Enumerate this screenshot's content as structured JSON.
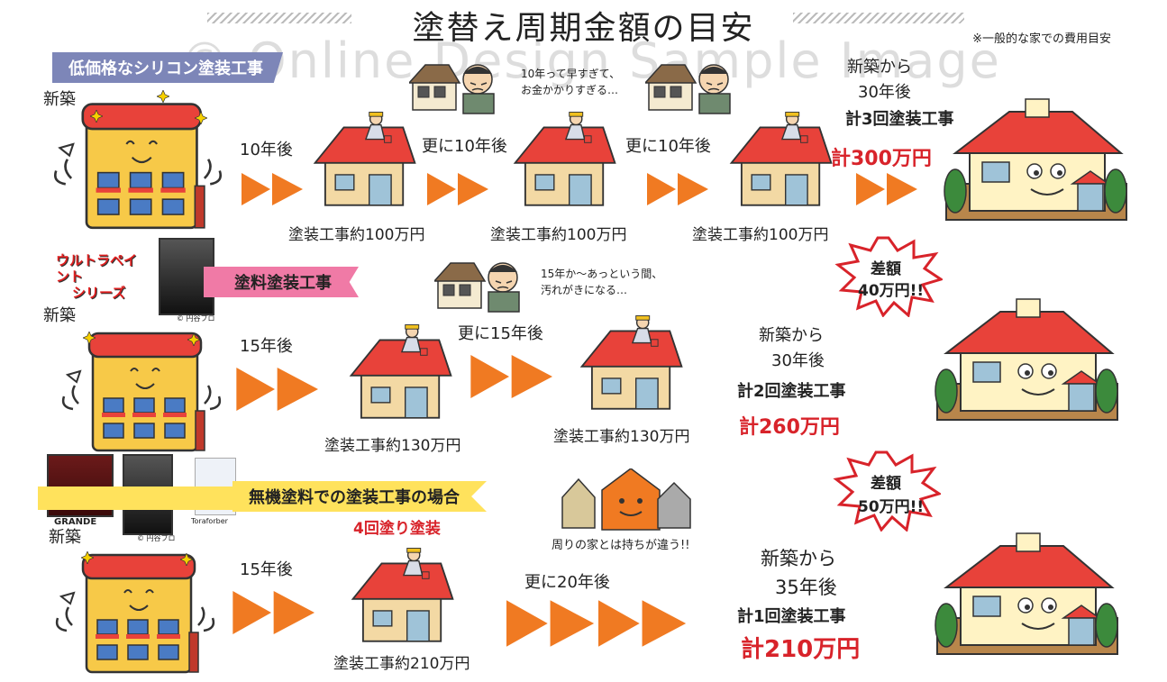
{
  "title": "塗替え周期金額の目安",
  "note": "※一般的な家での費用目安",
  "watermark": "© Online Design Sample Image",
  "row1": {
    "banner": "低価格なシリコン塗装工事",
    "start": "新築",
    "step1": "10年後",
    "step2": "更に10年後",
    "step3": "更に10年後",
    "cost1": "塗装工事約100万円",
    "cost2": "塗装工事約100万円",
    "cost3": "塗装工事約100万円",
    "speech": [
      "10年って早すぎて、",
      "お金かかりすぎる…"
    ],
    "summary_line1": "新築から",
    "summary_line2": "30年後",
    "summary_count": "計3回塗装工事",
    "summary_total": "計300万円"
  },
  "row2": {
    "brand_line1": "ウルトラペイント",
    "brand_line2": "シリーズ",
    "brand_credit": "© 円谷プロ",
    "banner": "塗料塗装工事",
    "start": "新築",
    "step1": "15年後",
    "step2": "更に15年後",
    "cost1": "塗装工事約130万円",
    "cost2": "塗装工事約130万円",
    "speech": [
      "15年か～あっという間、",
      "汚れがきになる…"
    ],
    "burst_line1": "差額",
    "burst_line2": "40万円!!",
    "summary_line1": "新築から",
    "summary_line2": "30年後",
    "summary_count": "計2回塗装工事",
    "summary_total": "計260万円"
  },
  "row3": {
    "banner": "無機塗料での塗装工事の場合",
    "brand_grande": "GRANDE",
    "brand_credit": "© 円谷プロ",
    "brand_tora": "Toraforber",
    "sub": "4回塗り塗装",
    "start": "新築",
    "step1": "15年後",
    "step2": "更に20年後",
    "cost1": "塗装工事約210万円",
    "speech": "周りの家とは持ちが違う!!",
    "burst_line1": "差額",
    "burst_line2": "50万円!!",
    "summary_line1": "新築から",
    "summary_line2": "35年後",
    "summary_count": "計1回塗装工事",
    "summary_total": "計210万円"
  },
  "colors": {
    "arrow": "#f07a22",
    "roof": "#e8423a",
    "wall": "#f3d9a4",
    "building": "#f7c948",
    "total": "#d8232a",
    "banner1": "#7d86b8",
    "banner2": "#f07aa6",
    "banner3": "#ffe25c"
  }
}
